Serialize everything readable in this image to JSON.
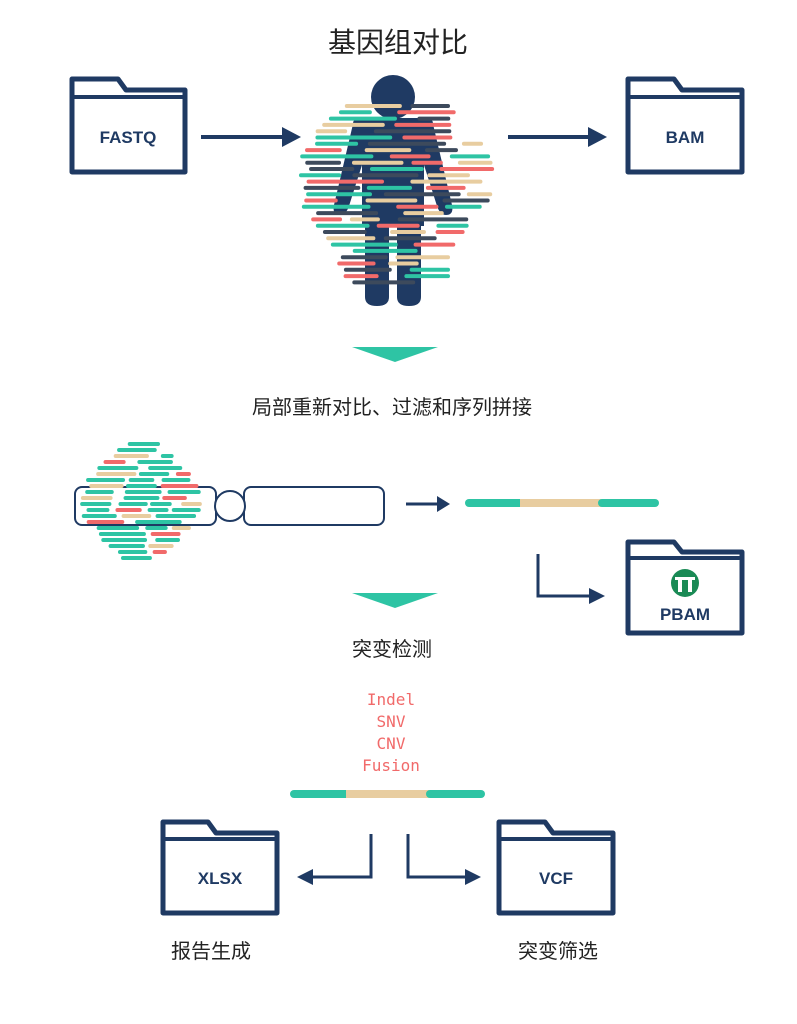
{
  "colors": {
    "navy": "#1f3a63",
    "teal": "#2ec4a4",
    "sand": "#e8cda0",
    "coral": "#f16a6a",
    "slate": "#3d4a5c",
    "text": "#222222"
  },
  "steps": {
    "alignment": "基因组对比",
    "realign": "局部重新对比、过滤和序列拼接",
    "detection": "突变检测",
    "report": "报告生成",
    "filter": "突变筛选"
  },
  "files": {
    "fastq": "FASTQ",
    "bam": "BAM",
    "pbam": "PBAM",
    "xlsx": "XLSX",
    "vcf": "VCF"
  },
  "variant_types": [
    "Indel",
    "SNV",
    "CNV",
    "Fusion"
  ],
  "icons": {
    "person": "person-icon",
    "folder": "folder-icon",
    "arrow": "arrow-icon",
    "chevron": "chevron-down-icon",
    "logo": "pbam-logo-icon"
  }
}
